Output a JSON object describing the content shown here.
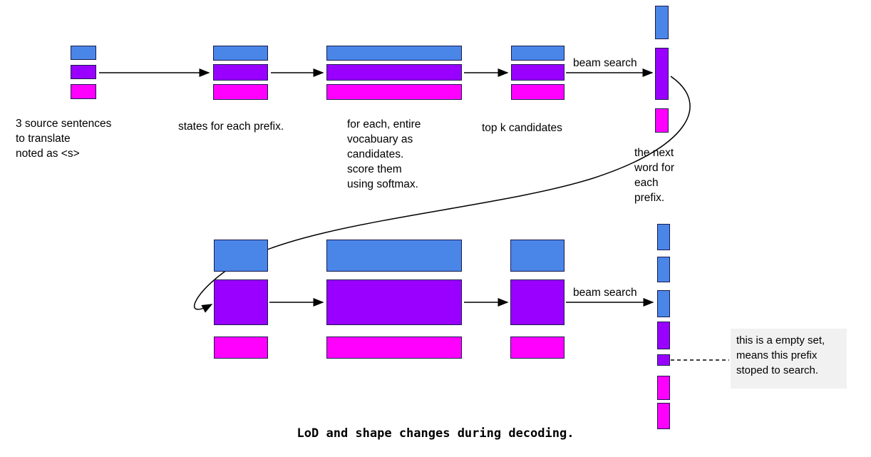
{
  "colors": {
    "blue": "#4a86e8",
    "purple": "#9900ff",
    "magenta": "#ff00ff",
    "tooltip-bg": "#f1f1f1"
  },
  "labels": {
    "source_sentences": "3 source sentences\nto translate\nnoted as <s>",
    "states": "states for each prefix.",
    "vocab": "for each, entire\nvocabuary as\ncandidates.\nscore them\nusing softmax.",
    "topk": "top k candidates",
    "beam_search_top": "beam search",
    "next_word": "the next\nword for\neach\nprefix.",
    "beam_search_bottom": "beam search",
    "empty_set_note": "this is a empty set,\nmeans this prefix\nstoped to search."
  },
  "caption": "LoD and shape changes during decoding."
}
